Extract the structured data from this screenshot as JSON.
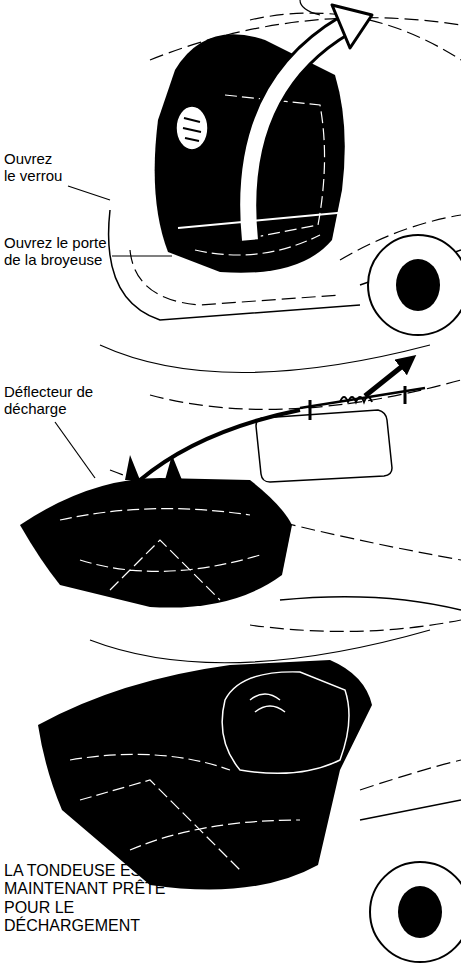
{
  "diagram": {
    "labels": [
      "Ouvrez le verrou",
      "Ouvrez le porte de la broyeuse",
      "Déflecteur de décharge",
      "LA TONDEUSE EST MAINTENANT PRÊTE POUR LE DÉCHARGEMENT"
    ]
  }
}
